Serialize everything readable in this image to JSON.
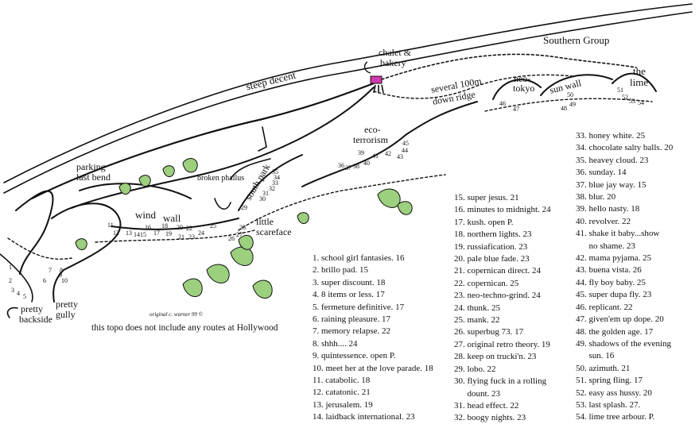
{
  "map": {
    "areas": {
      "steep_decent": "steep decent",
      "southern_group": "Southern Group",
      "chalet_bakery_line1": "chalet &",
      "chalet_bakery_line2": "bakery",
      "ridge_line1": "several 100m",
      "ridge_line2": "down ridge",
      "neo_tokyo_line1": "neo-",
      "neo_tokyo_line2": "tokyo",
      "sun_wall": "sun wall",
      "the_lime_line1": "the",
      "the_lime_line2": "lime",
      "eco_line1": "eco-",
      "eco_line2": "terrorism",
      "parking_line1": "parking",
      "parking_line2": "last bend",
      "broken_phallus": "broken phallus",
      "south_park": "south park",
      "wind": "wind",
      "wall": "wall",
      "little_scareface_line1": "little",
      "little_scareface_line2": "scareface",
      "pretty_backside_line1": "pretty",
      "pretty_backside_line2": "backside",
      "pretty_gully_line1": "pretty",
      "pretty_gully_line2": "gully"
    },
    "credit": "original  c. warner  99 ©",
    "note": "this topo does not include any routes at Hollywood",
    "route_numbers": [
      "1",
      "2",
      "3",
      "4",
      "5",
      "6",
      "7",
      "8",
      "9",
      "10",
      "11",
      "12",
      "13",
      "14",
      "15",
      "16",
      "17",
      "18",
      "19",
      "20",
      "21",
      "22",
      "23",
      "24",
      "25",
      "26",
      "27",
      "28",
      "29",
      "30",
      "31",
      "32",
      "33",
      "34",
      "35",
      "36",
      "37",
      "38",
      "39",
      "40",
      "41",
      "42",
      "43",
      "44",
      "45",
      "46",
      "47",
      "48",
      "49",
      "50",
      "51",
      "52",
      "53",
      "54"
    ]
  },
  "legend": {
    "col1": [
      "1. school girl fantasies. 16",
      "2. brillo pad. 15",
      "3. super discount. 18",
      "4. 8 items or less. 17",
      "5. fermeture definitive. 17",
      "6. raining pleasure. 17",
      "7. memory relapse. 22",
      "8. shhh.... 24",
      "9. quintessence. open P.",
      "10. meet her at the love parade. 18",
      "11. catabolic. 18",
      "12. catatonic. 21",
      "13. jerusalem. 19",
      "14. laidback international. 23"
    ],
    "col2": [
      "15. super jesus. 21",
      "16. minutes to midnight. 24",
      "17. kush. open P.",
      "18. northern lights. 23",
      "19. russiafication. 23",
      "20. pale blue fade. 23",
      "21. copernican direct. 24",
      "22. copernican. 25",
      "23. neo-techno-grind. 24",
      "24. thunk. 25",
      "25. mank. 22",
      "26. superbug  73. 17",
      "27. original retro theory. 19",
      "28. keep on trucki'n. 23",
      "29. lobo. 22",
      "30. flying fuck in a rolling",
      "      dount. 23",
      "31. head effect. 22",
      "32. boogy nights. 23"
    ],
    "col3": [
      "33. honey white. 25",
      "34. chocolate salty balls. 20",
      "35. heavey cloud. 23",
      "36. sunday. 14",
      "37. blue jay way. 15",
      "38. blur. 20",
      "39. hello  nasty. 18",
      "40. revolver. 22",
      "41. shake it baby...show",
      "      no shame. 23",
      "42. mama pyjama. 25",
      "43. buena vista. 26",
      "44. fly boy baby. 25",
      "45. super dupa fly. 23",
      "46. replicant. 22",
      "47. given'em up dope. 20",
      "48. the golden age. 17",
      "49. shadows of the evening",
      "      sun. 16",
      "50. azimuth. 21",
      "51. spring fling. 17",
      "52. easy ass hussy. 20",
      "53. last splash. 27.",
      "54. lime tree arbour. P."
    ]
  },
  "colors": {
    "vegetation": "#9ccf7e",
    "ink": "#111111",
    "chalet": "#d23ab0"
  }
}
